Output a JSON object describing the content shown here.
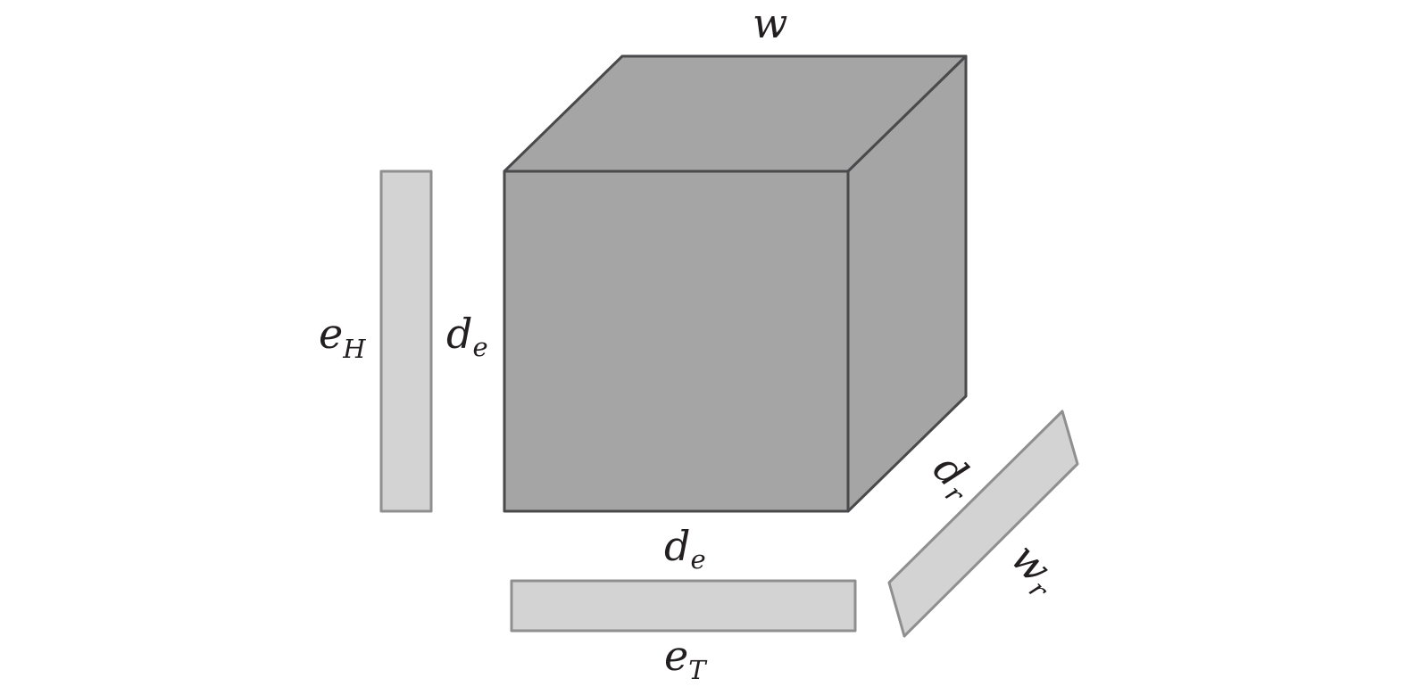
{
  "colors": {
    "cube_fill": "#a6a5a6",
    "cube_stroke": "#4a494b",
    "bar_fill": "#d3d3d3",
    "bar_stroke": "#8f8f8f",
    "text": "#231f20"
  },
  "labels": {
    "top": {
      "base": "w",
      "sub": ""
    },
    "cube_left": {
      "base": "d",
      "sub": "e"
    },
    "cube_bottom": {
      "base": "d",
      "sub": "e"
    },
    "cube_depth": {
      "base": "d",
      "sub": "r"
    },
    "head_entity": {
      "base": "e",
      "sub": "H"
    },
    "tail_entity": {
      "base": "e",
      "sub": "T"
    },
    "relation": {
      "base": "w",
      "sub": "r"
    }
  }
}
